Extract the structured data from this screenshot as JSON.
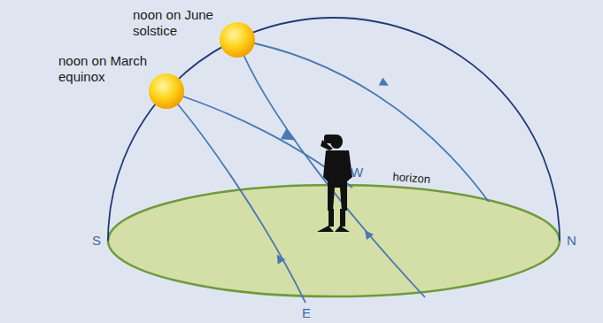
{
  "diagram": {
    "labels": [
      "noon on June solstice",
      "noon on March equinox",
      "W",
      "horizon",
      "S",
      "N",
      "E"
    ]
  }
}
